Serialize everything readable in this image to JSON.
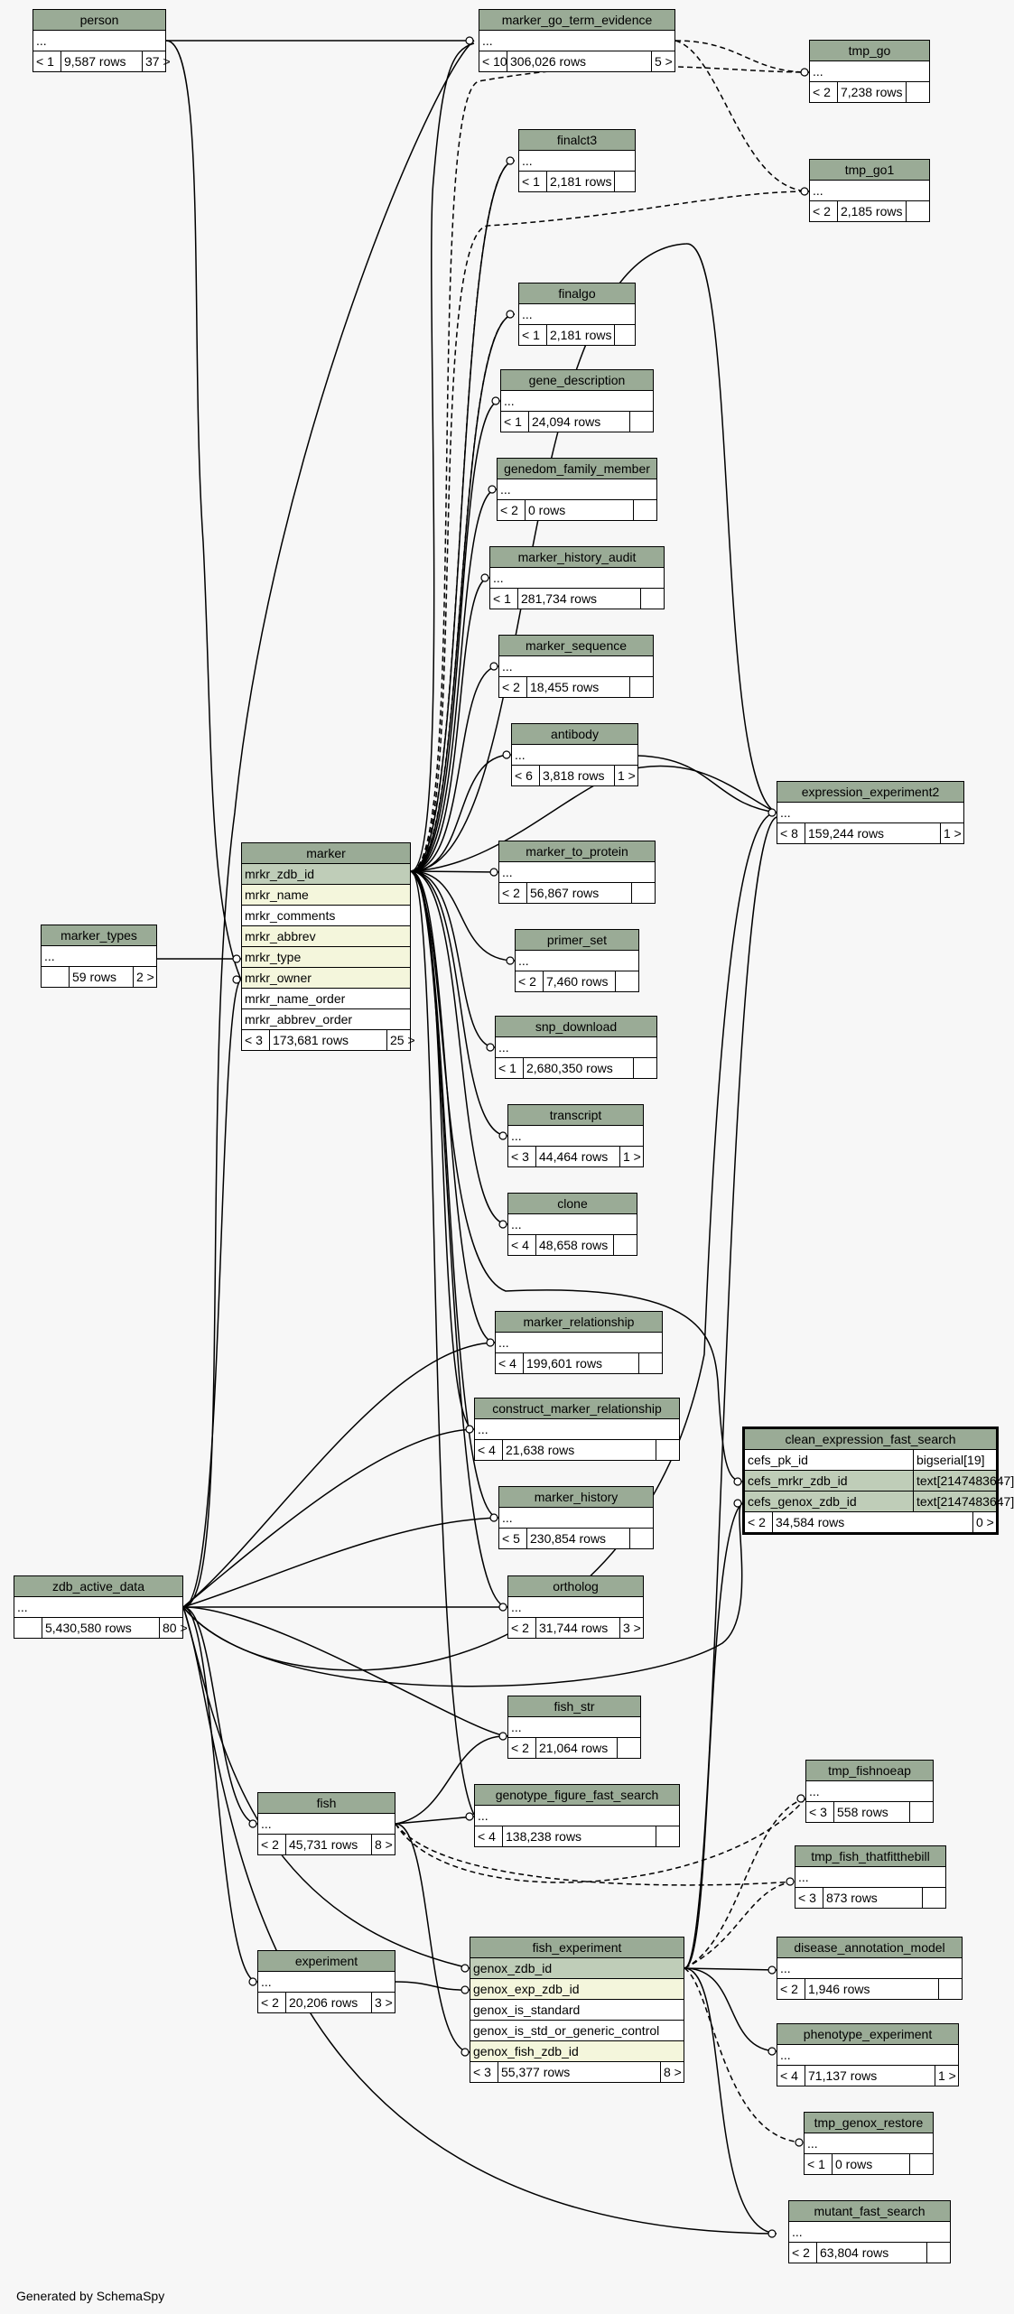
{
  "diagram": {
    "footer": "Generated by SchemaSpy",
    "tables": [
      {
        "id": "person",
        "name": "person",
        "rows": [
          "..."
        ],
        "footer": {
          "left": "< 1",
          "count": "9,587 rows",
          "right": "37 >"
        }
      },
      {
        "id": "marker_go_term_evidence",
        "name": "marker_go_term_evidence",
        "rows": [
          "..."
        ],
        "footer": {
          "left": "< 10",
          "count": "306,026 rows",
          "right": "5 >"
        }
      },
      {
        "id": "tmp_go",
        "name": "tmp_go",
        "rows": [
          "..."
        ],
        "footer": {
          "left": "< 2",
          "count": "7,238 rows",
          "right": ""
        }
      },
      {
        "id": "finalct3",
        "name": "finalct3",
        "rows": [
          "..."
        ],
        "footer": {
          "left": "< 1",
          "count": "2,181 rows",
          "right": ""
        }
      },
      {
        "id": "tmp_go1",
        "name": "tmp_go1",
        "rows": [
          "..."
        ],
        "footer": {
          "left": "< 2",
          "count": "2,185 rows",
          "right": ""
        }
      },
      {
        "id": "finalgo",
        "name": "finalgo",
        "rows": [
          "..."
        ],
        "footer": {
          "left": "< 1",
          "count": "2,181 rows",
          "right": ""
        }
      },
      {
        "id": "gene_description",
        "name": "gene_description",
        "rows": [
          "..."
        ],
        "footer": {
          "left": "< 1",
          "count": "24,094 rows",
          "right": ""
        }
      },
      {
        "id": "genedom_family_member",
        "name": "genedom_family_member",
        "rows": [
          "..."
        ],
        "footer": {
          "left": "< 2",
          "count": "0 rows",
          "right": ""
        }
      },
      {
        "id": "marker_history_audit",
        "name": "marker_history_audit",
        "rows": [
          "..."
        ],
        "footer": {
          "left": "< 1",
          "count": "281,734 rows",
          "right": ""
        }
      },
      {
        "id": "marker_sequence",
        "name": "marker_sequence",
        "rows": [
          "..."
        ],
        "footer": {
          "left": "< 2",
          "count": "18,455 rows",
          "right": ""
        }
      },
      {
        "id": "antibody",
        "name": "antibody",
        "rows": [
          "..."
        ],
        "footer": {
          "left": "< 6",
          "count": "3,818 rows",
          "right": "1 >"
        }
      },
      {
        "id": "expression_experiment2",
        "name": "expression_experiment2",
        "rows": [
          "..."
        ],
        "footer": {
          "left": "< 8",
          "count": "159,244 rows",
          "right": "1 >"
        }
      },
      {
        "id": "marker_to_protein",
        "name": "marker_to_protein",
        "rows": [
          "..."
        ],
        "footer": {
          "left": "< 2",
          "count": "56,867 rows",
          "right": ""
        }
      },
      {
        "id": "primer_set",
        "name": "primer_set",
        "rows": [
          "..."
        ],
        "footer": {
          "left": "< 2",
          "count": "7,460 rows",
          "right": ""
        }
      },
      {
        "id": "snp_download",
        "name": "snp_download",
        "rows": [
          "..."
        ],
        "footer": {
          "left": "< 1",
          "count": "2,680,350 rows",
          "right": ""
        }
      },
      {
        "id": "transcript",
        "name": "transcript",
        "rows": [
          "..."
        ],
        "footer": {
          "left": "< 3",
          "count": "44,464 rows",
          "right": "1 >"
        }
      },
      {
        "id": "clone",
        "name": "clone",
        "rows": [
          "..."
        ],
        "footer": {
          "left": "< 4",
          "count": "48,658 rows",
          "right": ""
        }
      },
      {
        "id": "marker_relationship",
        "name": "marker_relationship",
        "rows": [
          "..."
        ],
        "footer": {
          "left": "< 4",
          "count": "199,601 rows",
          "right": ""
        }
      },
      {
        "id": "construct_marker_relationship",
        "name": "construct_marker_relationship",
        "rows": [
          "..."
        ],
        "footer": {
          "left": "< 4",
          "count": "21,638 rows",
          "right": ""
        }
      },
      {
        "id": "marker_history",
        "name": "marker_history",
        "rows": [
          "..."
        ],
        "footer": {
          "left": "< 5",
          "count": "230,854 rows",
          "right": ""
        }
      },
      {
        "id": "ortholog",
        "name": "ortholog",
        "rows": [
          "..."
        ],
        "footer": {
          "left": "< 2",
          "count": "31,744 rows",
          "right": "3 >"
        }
      },
      {
        "id": "fish_str",
        "name": "fish_str",
        "rows": [
          "..."
        ],
        "footer": {
          "left": "< 2",
          "count": "21,064 rows",
          "right": ""
        }
      },
      {
        "id": "genotype_figure_fast_search",
        "name": "genotype_figure_fast_search",
        "rows": [
          "..."
        ],
        "footer": {
          "left": "< 4",
          "count": "138,238 rows",
          "right": ""
        }
      },
      {
        "id": "tmp_fishnoeap",
        "name": "tmp_fishnoeap",
        "rows": [
          "..."
        ],
        "footer": {
          "left": "< 3",
          "count": "558 rows",
          "right": ""
        }
      },
      {
        "id": "tmp_fish_thatfitthebill",
        "name": "tmp_fish_thatfitthebill",
        "rows": [
          "..."
        ],
        "footer": {
          "left": "< 3",
          "count": "873 rows",
          "right": ""
        }
      },
      {
        "id": "disease_annotation_model",
        "name": "disease_annotation_model",
        "rows": [
          "..."
        ],
        "footer": {
          "left": "< 2",
          "count": "1,946 rows",
          "right": ""
        }
      },
      {
        "id": "phenotype_experiment",
        "name": "phenotype_experiment",
        "rows": [
          "..."
        ],
        "footer": {
          "left": "< 4",
          "count": "71,137 rows",
          "right": "1 >"
        }
      },
      {
        "id": "tmp_genox_restore",
        "name": "tmp_genox_restore",
        "rows": [
          "..."
        ],
        "footer": {
          "left": "< 1",
          "count": "0 rows",
          "right": ""
        }
      },
      {
        "id": "mutant_fast_search",
        "name": "mutant_fast_search",
        "rows": [
          "..."
        ],
        "footer": {
          "left": "< 2",
          "count": "63,804 rows",
          "right": ""
        }
      },
      {
        "id": "marker_types",
        "name": "marker_types",
        "rows": [
          "..."
        ],
        "footer": {
          "left": "",
          "count": "59 rows",
          "right": "2 >"
        }
      },
      {
        "id": "zdb_active_data",
        "name": "zdb_active_data",
        "rows": [
          "..."
        ],
        "footer": {
          "left": "",
          "count": "5,430,580 rows",
          "right": "80 >"
        }
      },
      {
        "id": "fish",
        "name": "fish",
        "rows": [
          "..."
        ],
        "footer": {
          "left": "< 2",
          "count": "45,731 rows",
          "right": "8 >"
        }
      },
      {
        "id": "experiment",
        "name": "experiment",
        "rows": [
          "..."
        ],
        "footer": {
          "left": "< 2",
          "count": "20,206 rows",
          "right": "3 >"
        }
      },
      {
        "id": "marker",
        "name": "marker",
        "rows": [
          "mrkr_zdb_id",
          "mrkr_name",
          "mrkr_comments",
          "mrkr_abbrev",
          "mrkr_type",
          "mrkr_owner",
          "mrkr_name_order",
          "mrkr_abbrev_order"
        ],
        "rowKinds": [
          "pk",
          "fk",
          "",
          "fk",
          "fk",
          "fk",
          "",
          ""
        ],
        "footer": {
          "left": "< 3",
          "count": "173,681 rows",
          "right": "25 >"
        }
      },
      {
        "id": "fish_experiment",
        "name": "fish_experiment",
        "rows": [
          "genox_zdb_id",
          "genox_exp_zdb_id",
          "genox_is_standard",
          "genox_is_std_or_generic_control",
          "genox_fish_zdb_id"
        ],
        "rowKinds": [
          "pk",
          "fk",
          "",
          "",
          "fk"
        ],
        "footer": {
          "left": "< 3",
          "count": "55,377 rows",
          "right": "8 >"
        }
      },
      {
        "id": "clean_expression_fast_search",
        "name": "clean_expression_fast_search",
        "focus": true,
        "columns": [
          {
            "name": "cefs_pk_id",
            "type": "bigserial[19]",
            "kind": ""
          },
          {
            "name": "cefs_mrkr_zdb_id",
            "type": "text[2147483647]",
            "kind": "pk"
          },
          {
            "name": "cefs_genox_zdb_id",
            "type": "text[2147483647]",
            "kind": "pk"
          }
        ],
        "footer": {
          "left": "< 2",
          "count": "34,584 rows",
          "right": "0 >"
        }
      }
    ]
  }
}
